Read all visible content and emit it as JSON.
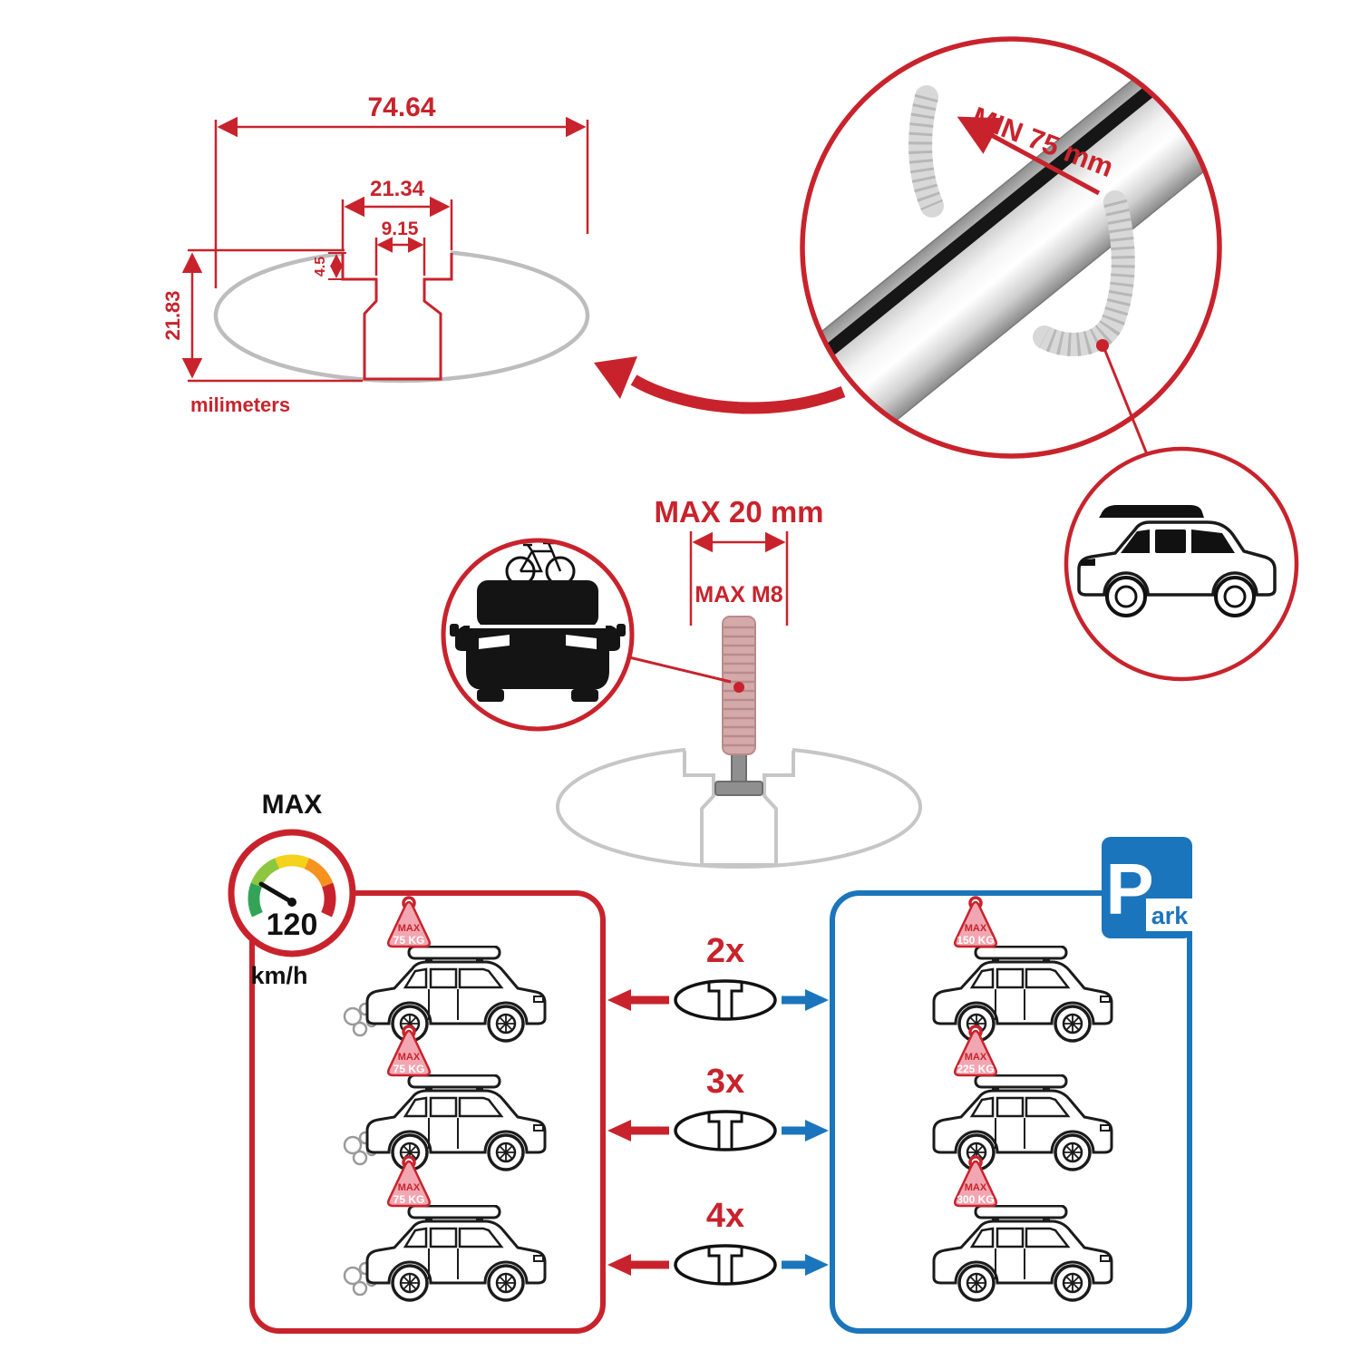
{
  "colors": {
    "accent_red": "#C8232C",
    "accent_blue": "#1B75BC",
    "sign_pink": "#F2A6B1",
    "profile_gray": "#BDBDBD"
  },
  "cross_section": {
    "total_width": "74.64",
    "slot_outer_width": "21.34",
    "slot_inner_width": "9.15",
    "lip_depth": "4.5",
    "profile_height": "21.83",
    "units_label": "milimeters"
  },
  "bar_detail": {
    "min_span": "MIN 75 mm"
  },
  "bolt_detail": {
    "max_length": "MAX 20 mm",
    "max_thread": "MAX M8"
  },
  "speed_limit": {
    "label": "MAX",
    "value": "120",
    "unit": "km/h"
  },
  "parking_sign": {
    "letter": "P",
    "suffix": "ark"
  },
  "load_rows": [
    {
      "multiplier": "2x",
      "sign_label": "MAX",
      "driving_load": "75 KG",
      "parked_load": "150 KG"
    },
    {
      "multiplier": "3x",
      "sign_label": "MAX",
      "driving_load": "75 KG",
      "parked_load": "225 KG"
    },
    {
      "multiplier": "4x",
      "sign_label": "MAX",
      "driving_load": "75 KG",
      "parked_load": "300 KG"
    }
  ]
}
